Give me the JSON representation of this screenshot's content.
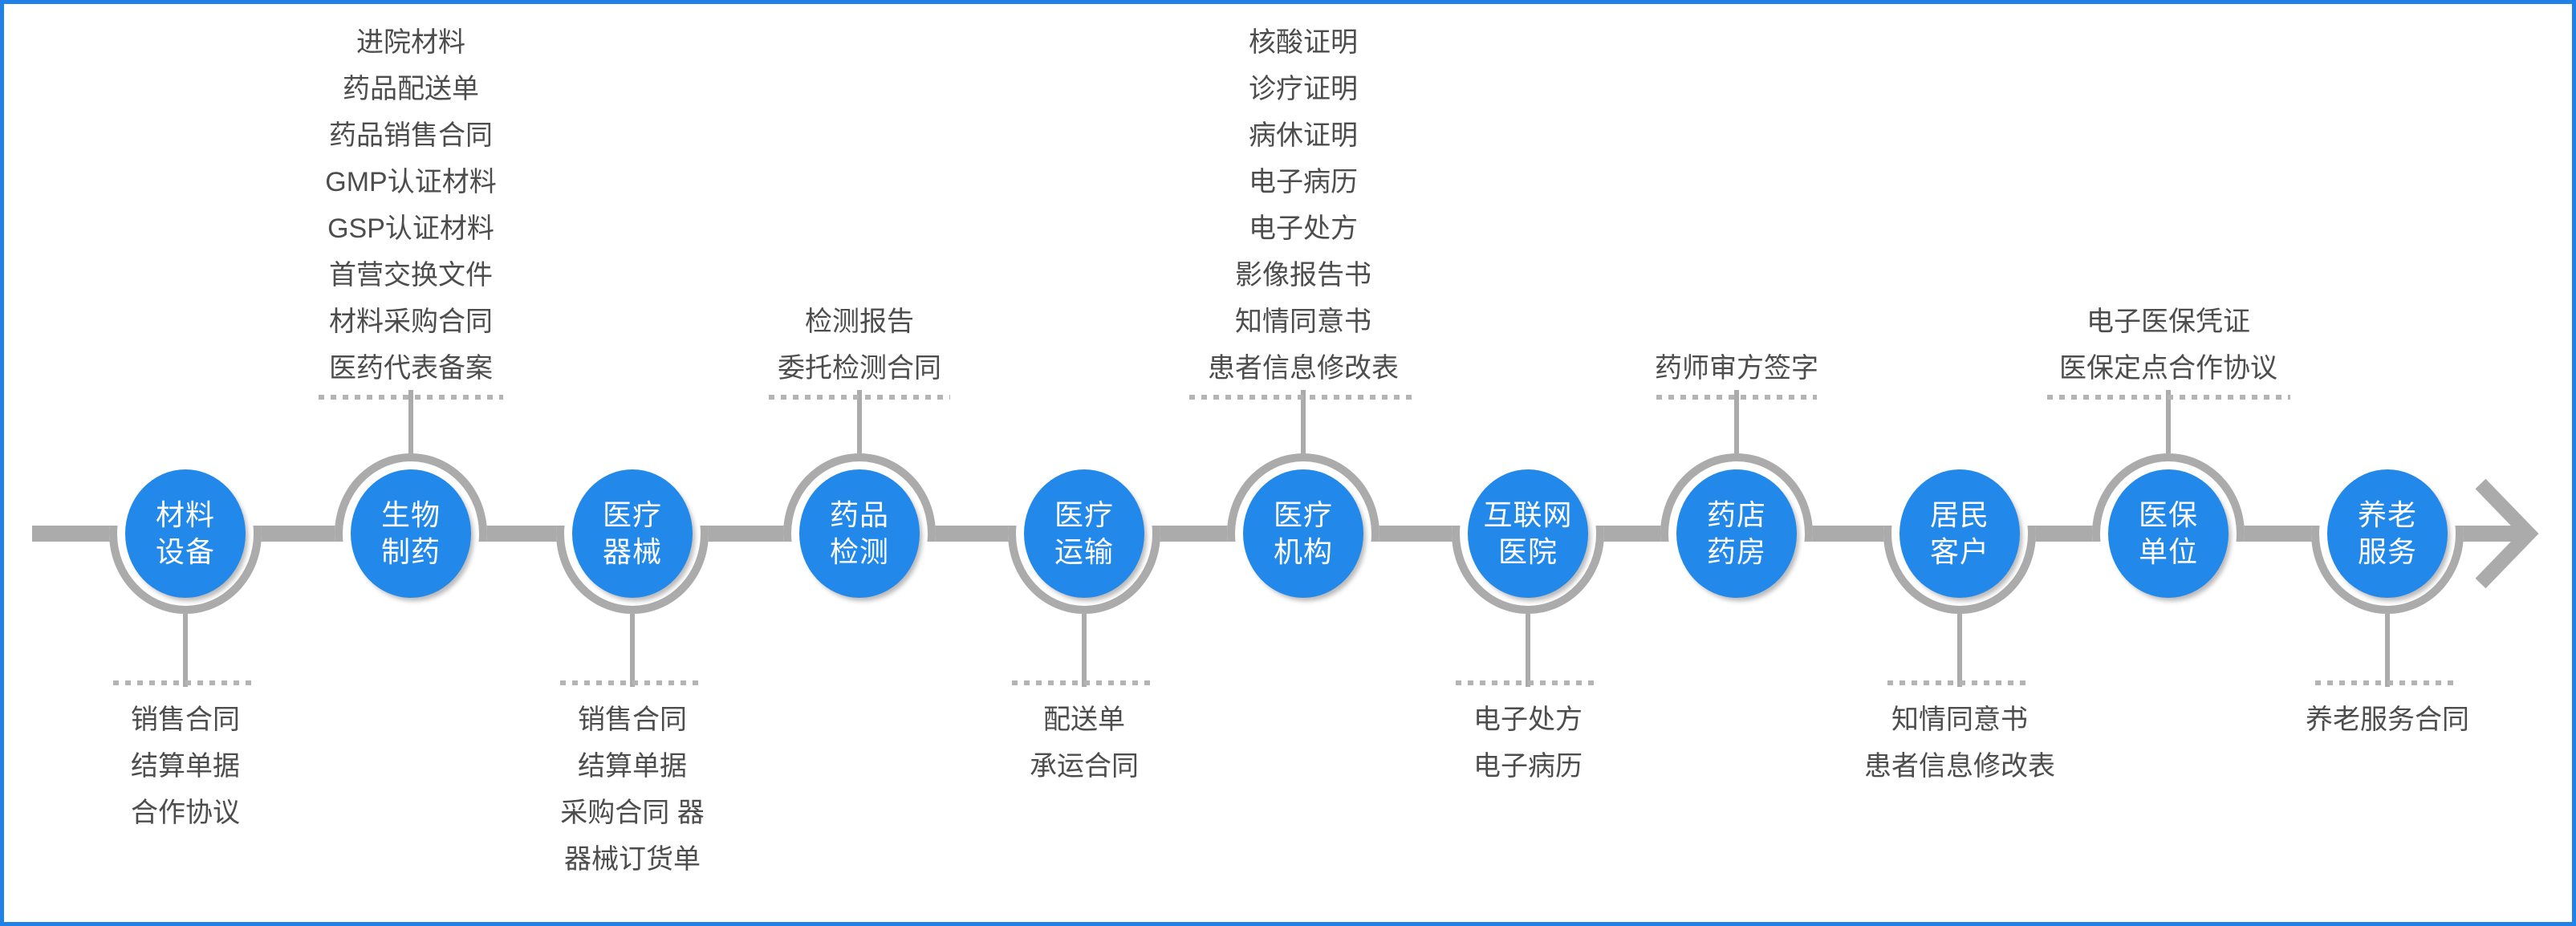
{
  "diagram": {
    "type": "process-flow",
    "direction": "left-to-right",
    "colors": {
      "accent_blue": "#2288e9",
      "border_blue": "#2082e8",
      "line_gray": "#ababab",
      "dotted_gray": "#b4b4b4",
      "text_gray": "#4d4d4d",
      "node_text": "#ffffff",
      "background": "#ffffff"
    },
    "nodes": [
      {
        "label": "材料设备",
        "label_lines": [
          "材料",
          "设备"
        ],
        "docs_position": "below",
        "docs": [
          "销售合同",
          "结算单据",
          "合作协议"
        ]
      },
      {
        "label": "生物制药",
        "label_lines": [
          "生物",
          "制药"
        ],
        "docs_position": "above",
        "docs": [
          "进院材料",
          "药品配送单",
          "药品销售合同",
          "GMP认证材料",
          "GSP认证材料",
          "首营交换文件",
          "材料采购合同",
          "医药代表备案"
        ]
      },
      {
        "label": "医疗器械",
        "label_lines": [
          "医疗",
          "器械"
        ],
        "docs_position": "below",
        "docs": [
          "销售合同",
          "结算单据",
          "采购合同 器",
          "器械订货单"
        ]
      },
      {
        "label": "药品检测",
        "label_lines": [
          "药品",
          "检测"
        ],
        "docs_position": "above",
        "docs": [
          "检测报告",
          "委托检测合同"
        ]
      },
      {
        "label": "医疗运输",
        "label_lines": [
          "医疗",
          "运输"
        ],
        "docs_position": "below",
        "docs": [
          "配送单",
          "承运合同"
        ]
      },
      {
        "label": "医疗机构",
        "label_lines": [
          "医疗",
          "机构"
        ],
        "docs_position": "above",
        "docs": [
          "核酸证明",
          "诊疗证明",
          "病休证明",
          "电子病历",
          "电子处方",
          "影像报告书",
          "知情同意书",
          "患者信息修改表"
        ]
      },
      {
        "label": "互联网医院",
        "label_lines": [
          "互联网",
          "医院"
        ],
        "docs_position": "below",
        "docs": [
          "电子处方",
          "电子病历"
        ]
      },
      {
        "label": "药店药房",
        "label_lines": [
          "药店",
          "药房"
        ],
        "docs_position": "above",
        "docs": [
          "药师审方签字"
        ]
      },
      {
        "label": "居民客户",
        "label_lines": [
          "居民",
          "客户"
        ],
        "docs_position": "below",
        "docs": [
          "知情同意书",
          "患者信息修改表"
        ]
      },
      {
        "label": "医保单位",
        "label_lines": [
          "医保",
          "单位"
        ],
        "docs_position": "above",
        "docs": [
          "电子医保凭证",
          "医保定点合作协议"
        ]
      },
      {
        "label": "养老服务",
        "label_lines": [
          "养老",
          "服务"
        ],
        "docs_position": "below",
        "docs": [
          "养老服务合同"
        ]
      }
    ]
  }
}
